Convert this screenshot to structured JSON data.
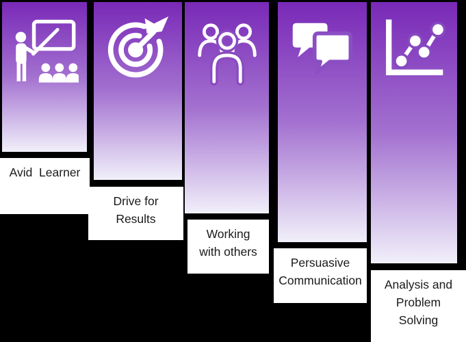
{
  "background_color": "#000000",
  "label_box_color": "#ffffff",
  "text_color": "#1a1a1a",
  "bar_gradient": {
    "top": "#7929B7",
    "mid": "#A371D0",
    "bottom": "#F1F0FA"
  },
  "columns": [
    {
      "icon": "presenter-whiteboard-icon",
      "label": "Avid  Learner",
      "label_lines": [
        "Avid  Learner"
      ]
    },
    {
      "icon": "target-dart-icon",
      "label": "Drive for Results",
      "label_lines": [
        "Drive for",
        "Results"
      ]
    },
    {
      "icon": "team-people-icon",
      "label": "Working with others",
      "label_lines": [
        "Working",
        "with others"
      ]
    },
    {
      "icon": "speech-bubbles-icon",
      "label": "Persuasive Communication",
      "label_lines": [
        "Persuasive",
        "Communication"
      ]
    },
    {
      "icon": "line-chart-icon",
      "label": "Analysis and Problem Solving",
      "label_lines": [
        "Analysis and",
        "Problem",
        "Solving"
      ]
    }
  ]
}
